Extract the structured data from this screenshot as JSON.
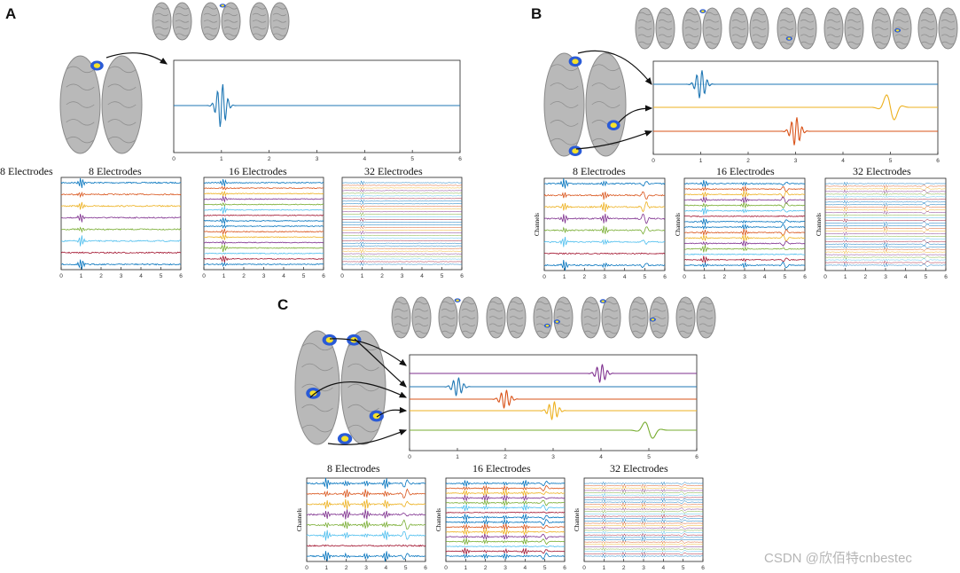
{
  "panels": [
    {
      "letter": "A",
      "source_count": 1,
      "electrode_titles": [
        "8 Electrodes",
        "16 Electrodes",
        "32 Electrodes"
      ],
      "extra_label": "8 Electrodes",
      "channels_label": "",
      "xticks": [
        "0",
        "1",
        "2",
        "3",
        "4",
        "5",
        "6"
      ]
    },
    {
      "letter": "B",
      "source_count": 3,
      "electrode_titles": [
        "8 Electrodes",
        "16 Electrodes",
        "32 Electrodes"
      ],
      "channels_label": "Channels",
      "xticks": [
        "0",
        "1",
        "2",
        "3",
        "4",
        "5",
        "6"
      ]
    },
    {
      "letter": "C",
      "source_count": 5,
      "electrode_titles": [
        "8 Electrodes",
        "16 Electrodes",
        "32 Electrodes"
      ],
      "channels_label": "Channels",
      "xticks": [
        "0",
        "1",
        "2",
        "3",
        "4",
        "5",
        "6"
      ]
    }
  ],
  "chart_data": [
    {
      "type": "line",
      "panel": "A",
      "x_range": [
        0,
        6
      ],
      "series": [
        {
          "center": 1.0,
          "color": "#1f77b4",
          "kind": "burst"
        }
      ]
    },
    {
      "type": "line",
      "panel": "B",
      "x_range": [
        0,
        6
      ],
      "series": [
        {
          "center": 1.0,
          "color": "#1f77b4",
          "kind": "burst"
        },
        {
          "center": 3.0,
          "color": "#d95319",
          "kind": "burst"
        },
        {
          "center": 5.0,
          "color": "#edb120",
          "kind": "slow"
        }
      ]
    },
    {
      "type": "line",
      "panel": "C",
      "x_range": [
        0,
        6
      ],
      "series": [
        {
          "center": 1.0,
          "color": "#1f77b4",
          "kind": "burst"
        },
        {
          "center": 2.0,
          "color": "#d95319",
          "kind": "burst"
        },
        {
          "center": 3.0,
          "color": "#edb120",
          "kind": "burst"
        },
        {
          "center": 4.0,
          "color": "#7e2f8e",
          "kind": "burst"
        },
        {
          "center": 5.0,
          "color": "#77ac30",
          "kind": "slow"
        }
      ]
    }
  ],
  "trace_colors": [
    "#0072bd",
    "#d95319",
    "#edb120",
    "#7e2f8e",
    "#77ac30",
    "#4dbeee",
    "#a2142f",
    "#0072bd"
  ],
  "brain_color": "#b9b9b9",
  "watermark": "CSDN @欣佰特cnbestec"
}
